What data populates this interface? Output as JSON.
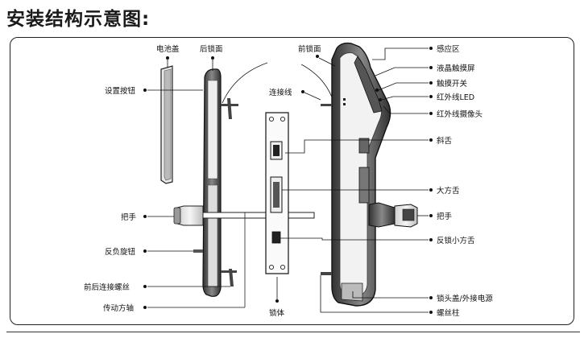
{
  "title": "安装结构示意图:",
  "labels": {
    "battery_cover": "电池盖",
    "rear_panel": "后锁面",
    "front_panel": "前锁面",
    "settings_button": "设置按钮",
    "connecting_wire": "连接线",
    "handle_left": "把手",
    "reverse_knob": "反负旋钮",
    "screws": "前后连接螺丝",
    "spindle": "传动方轴",
    "lock_body": "锁体",
    "sensing_area": "感应区",
    "lcd_touchscreen": "液晶触摸屏",
    "touch_switch": "触摸开关",
    "ir_led": "红外线LED",
    "ir_camera": "红外线摄像头",
    "latch_bolt": "斜舌",
    "dead_bolt": "大方舌",
    "handle_right": "把手",
    "anti_lock_bolt": "反锁小方舌",
    "cylinder_cover": "锁头盖/外接电源",
    "screw_post": "螺丝柱"
  }
}
